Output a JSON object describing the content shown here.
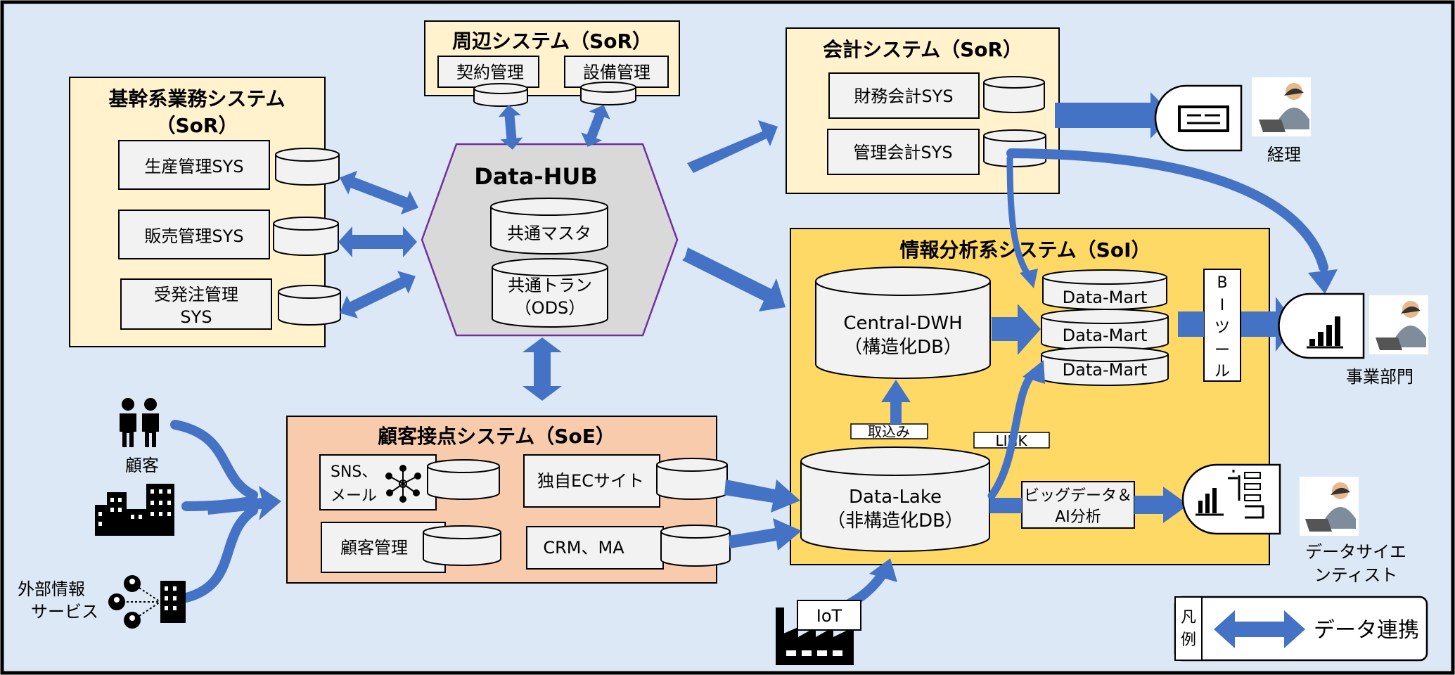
{
  "core": {
    "title_line1": "基幹系業務システム",
    "title_line2": "（SoR）",
    "items": [
      "生産管理SYS",
      "販売管理SYS",
      "受発注管理",
      "SYS"
    ]
  },
  "peripheral": {
    "title": "周辺システム（SoR）",
    "items": [
      "契約管理",
      "設備管理"
    ]
  },
  "accounting": {
    "title": "会計システム（SoR）",
    "items": [
      "財務会計SYS",
      "管理会計SYS"
    ]
  },
  "hub": {
    "title": "Data-HUB",
    "master": "共通マスタ",
    "tran_line1": "共通トラン",
    "tran_line2": "（ODS）"
  },
  "analysis": {
    "title": "情報分析系システム（SoI）",
    "dwh_line1": "Central-DWH",
    "dwh_line2": "（構造化DB）",
    "marts": [
      "Data-Mart",
      "Data-Mart",
      "Data-Mart"
    ],
    "bi": [
      "B",
      "I",
      "ツ",
      "ー",
      "ル"
    ],
    "import_label": "取込み",
    "link_label": "LINK",
    "lake_line1": "Data-Lake",
    "lake_line2": "（非構造化DB）",
    "bigdata_line1": "ビッグデータ＆",
    "bigdata_line2": "AI分析"
  },
  "engagement": {
    "title": "顧客接点システム（SoE）",
    "sns_line1": "SNS、",
    "sns_line2": "メール",
    "ec": "独自ECサイト",
    "customer_mgmt": "顧客管理",
    "crm": "CRM、MA"
  },
  "external": {
    "customer": "顧客",
    "info_line1": "外部情報",
    "info_line2": "サービス",
    "iot": "IoT"
  },
  "users": {
    "accounting": "経理",
    "business": "事業部門",
    "ds_line1": "データサイエ",
    "ds_line2": "ンティスト"
  },
  "legend": {
    "label_line1": "凡",
    "label_line2": "例",
    "text": "データ連携"
  },
  "colors": {
    "background": "#dce8f5",
    "arrow": "#4472c4",
    "sor_fill": "#fff2cc",
    "soi_fill": "#ffd966",
    "soe_fill": "#f8cbad",
    "hub_fill": "#d9d9d9",
    "hub_stroke": "#7030a0"
  }
}
